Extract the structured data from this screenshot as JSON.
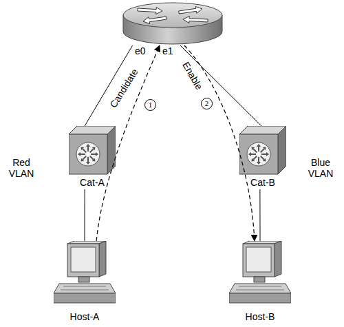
{
  "diagram": {
    "nodes": [
      {
        "text": [
          "e0",
          "e1"
        ]
      },
      {
        "text": [
          "Cat-A"
        ]
      },
      {
        "text": [
          "Cat-B"
        ]
      },
      {
        "text": [
          "Host-A"
        ]
      },
      {
        "text": [
          "Host-B"
        ]
      }
    ],
    "edges": [
      {
        "from": 0,
        "to": 1,
        "arrow": "none"
      },
      {
        "from": 0,
        "to": 2,
        "arrow": "none"
      },
      {
        "from": 1,
        "to": 3,
        "arrow": "none"
      },
      {
        "from": 2,
        "to": 4,
        "arrow": "none"
      },
      {
        "from": 3,
        "to": 0,
        "label": "Candidate",
        "arrow": "to"
      },
      {
        "from": 0,
        "to": 4,
        "label": "Enable",
        "arrow": "to"
      }
    ],
    "labels": [
      "Red VLAN",
      "Blue VLAN",
      "1",
      "2"
    ]
  }
}
